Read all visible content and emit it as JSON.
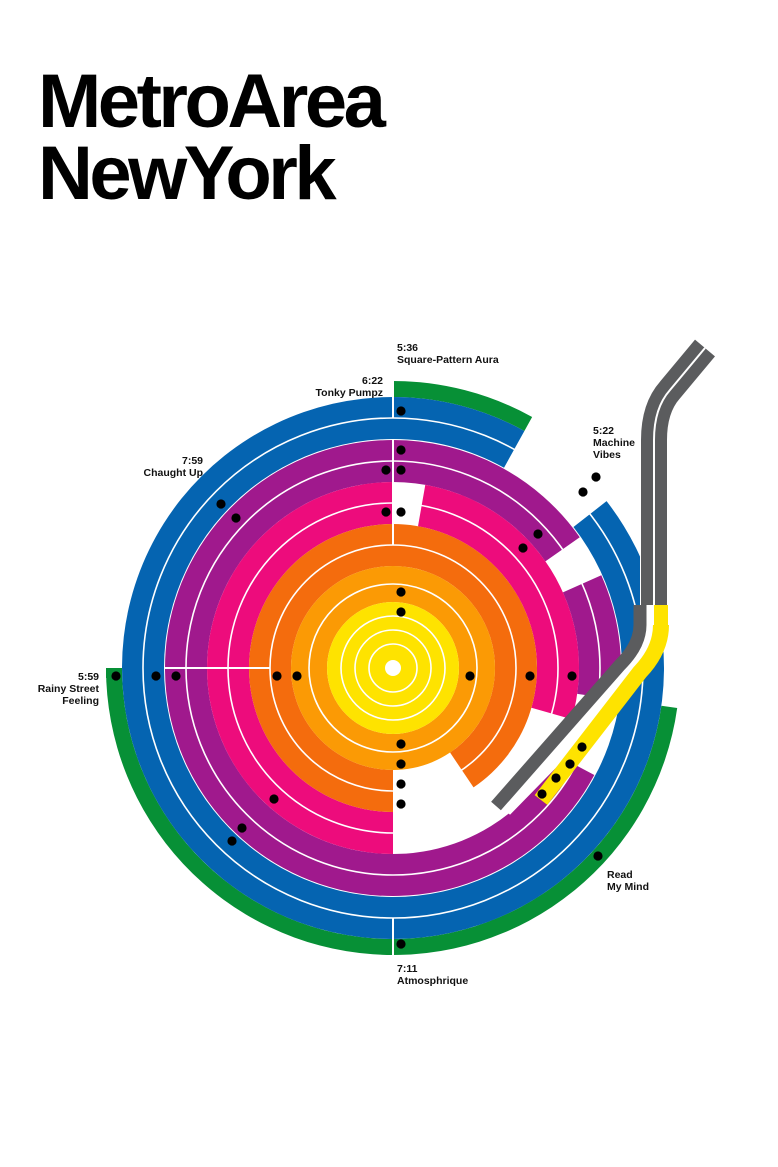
{
  "title": {
    "line1": "MetroArea",
    "line2": "NewYork"
  },
  "colors": {
    "green": "#079036",
    "blue": "#0564b1",
    "purple": "#a0198d",
    "pink": "#ed0c7c",
    "orange_dark": "#f46c0d",
    "orange": "#fb9a05",
    "yellow": "#fee300",
    "arm": "#5b5c5e",
    "stop": "#000000"
  },
  "tracks": [
    {
      "time": "5:36",
      "name": "Square-Pattern Aura"
    },
    {
      "time": "6:22",
      "name": "Tonky Pumpz"
    },
    {
      "time": "5:22",
      "name": "Machine Vibes"
    },
    {
      "time": "7:59",
      "name": "Chaught Up"
    },
    {
      "time": "5:59",
      "name": "Rainy Street Feeling"
    },
    {
      "time": "",
      "name": "Read My Mind"
    },
    {
      "time": "7:11",
      "name": "Atmosphrique"
    }
  ]
}
